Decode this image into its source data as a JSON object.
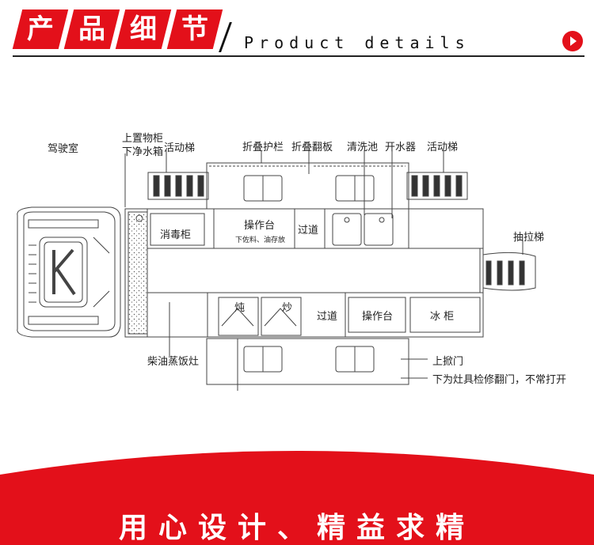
{
  "header": {
    "title_chars": [
      "产",
      "品",
      "细",
      "节"
    ],
    "subtitle": "Product details",
    "accent_color": "#e3101a",
    "next_icon": "play-circle-icon"
  },
  "diagram": {
    "labels": {
      "cab": "驾驶室",
      "top_cabinet_1": "上置物柜",
      "top_cabinet_2": "下净水箱",
      "ladder_left": "活动梯",
      "folding_rail": "折叠护栏",
      "folding_board": "折叠翻板",
      "sink": "清洗池",
      "water_heater": "开水器",
      "ladder_right": "活动梯",
      "pull_ladder": "抽拉梯",
      "disinfect_cabinet": "消毒柜",
      "workbench_top": "操作台",
      "workbench_note": "下佐料、油存放",
      "aisle_top": "过道",
      "stew": "炖",
      "fry": "炒",
      "aisle_bottom": "过道",
      "workbench_bottom": "操作台",
      "fridge": "冰 柜",
      "rice_steamer": "柴油蒸饭灶",
      "up_door": "上掀门",
      "up_door_note": "下为灶具检修翻门，不常打开"
    }
  },
  "footer": {
    "slogan": "用心设计、精益求精"
  }
}
